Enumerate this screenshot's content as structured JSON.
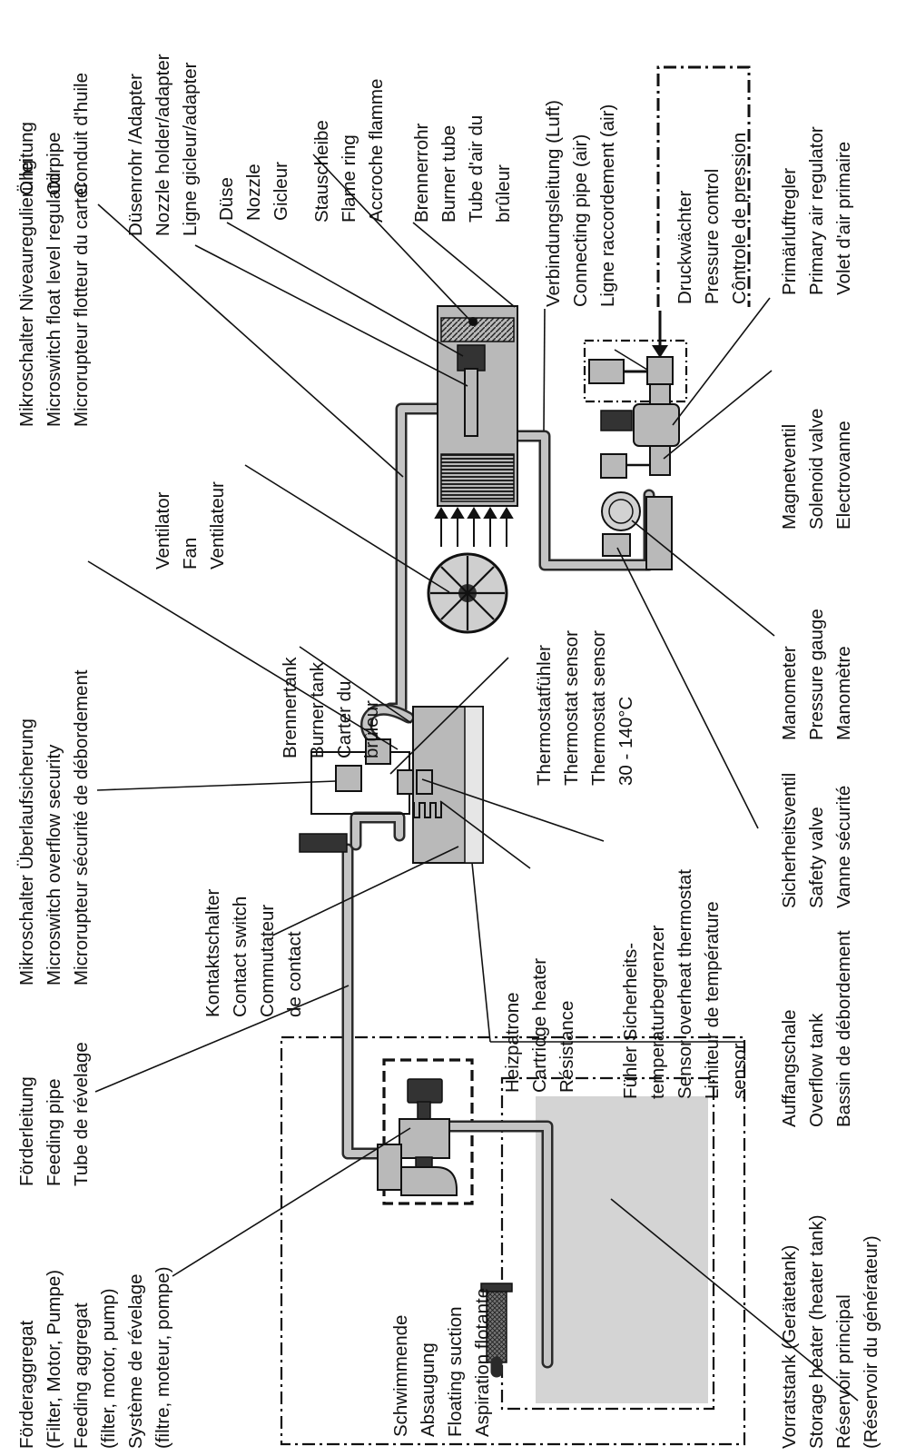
{
  "labels": {
    "foerderaggregat": [
      "Förderaggregat",
      "(Filter, Motor, Pumpe)",
      "Feeding aggregat",
      "(filter, motor, pump)",
      "Système de révelage",
      "(filtre, moteur, pompe)"
    ],
    "foerderleitung": [
      "Förderleitung",
      "Feeding pipe",
      "Tube de révelage"
    ],
    "mikroschalter_ueberlauf": [
      "Mikroschalter Überlaufsicherung",
      "Microswitch overflow security",
      "Microrupteur sécurité de débordement"
    ],
    "mikroschalter_niveau": [
      "Mikroschalter Niveauregulierung",
      "Microswitch float level regulator",
      "Microrupteur flotteur du carter"
    ],
    "duesenrohr": [
      "Düsenrohr /Adapter",
      "Nozzle holder/adapter",
      "Ligne gicleur/adapter"
    ],
    "oelleitung": [
      "Ölleitung",
      "Oil pipe",
      "Conduit d'huile"
    ],
    "duese": [
      "Düse",
      "Nozzle",
      "Gicleur"
    ],
    "stauscheibe": [
      "Stauscheibe",
      "Flame ring",
      "Accroche flamme"
    ],
    "brennerrohr": [
      "Brennerrohr",
      "Burner tube",
      "Tube d'air du",
      "brûleur"
    ],
    "verbindungsleitung": [
      "Verbindungsleitung (Luft)",
      "Connecting pipe (air)",
      "Ligne raccordement (air)"
    ],
    "druckwaechter": [
      "Druckwächter",
      "Pressure control",
      "Côntrole de pression"
    ],
    "primaerluft": [
      "Primärluftregler",
      "Primary air regulator",
      "Volet d'air primaire"
    ],
    "magnetventil": [
      "Magnetventil",
      "Solenoid valve",
      "Electrovanne"
    ],
    "manometer": [
      "Manometer",
      "Pressure gauge",
      "Manomètre"
    ],
    "sicherheitsventil": [
      "Sicherheitsventil",
      "Safety valve",
      "Vanne sécurité"
    ],
    "auffangschale": [
      "Auffangschale",
      "Overflow tank",
      "Bassin de débordement"
    ],
    "vorratstank": [
      "Vorratstank (Gerätetank)",
      "Storage heater (heater tank)",
      "Réservoir principal",
      "(Réservoir du générateur)"
    ],
    "schwimmende": [
      "Schwimmende",
      "Absaugung",
      "Floating suction",
      "Aspiration flotante"
    ],
    "kontaktschalter": [
      "Kontaktschalter",
      "Contact switch",
      "Commutateur",
      "de contact"
    ],
    "heizpatrone": [
      "Heizpatrone",
      "Cartridge heater",
      "Résistance"
    ],
    "fuehler": [
      "Fühler Sicherheits-",
      "temperaturbegrenzer",
      "Sensor overheat thermostat",
      "Limiteur de température",
      "sensor"
    ],
    "thermostatfuehler": [
      "Thermostatfühler",
      "Thermostat sensor",
      "Thermostat sensor",
      "30 - 140°C"
    ],
    "ventilator": [
      "Ventilator",
      "Fan",
      "Ventilateur"
    ],
    "brennertank": [
      "Brennertank",
      "Burner tank",
      "Carter du",
      "brûleur"
    ]
  },
  "colors": {
    "line": "#111111",
    "component_fill": "#b9b9b9",
    "tank_fill": "#d4d4d4",
    "dark_part": "#333333"
  }
}
